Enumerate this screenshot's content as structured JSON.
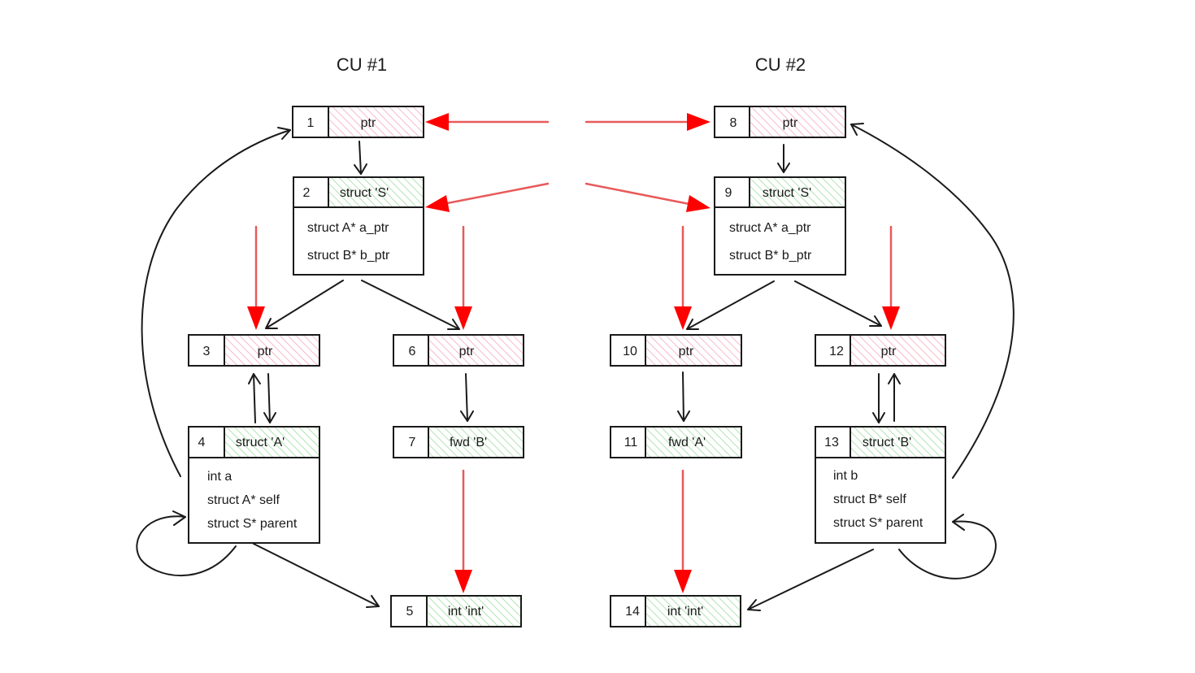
{
  "colors": {
    "ptr_fill": "#f4a9bd",
    "type_fill": "#9edc9e",
    "red_arrow": "#ff0000",
    "red_line": "#e85a5a",
    "ink": "#1a1a1a"
  },
  "cu_labels": [
    "CU #1",
    "CU #2"
  ],
  "nodes": [
    {
      "id": "1",
      "label": "ptr",
      "kind": "ptr",
      "fields": []
    },
    {
      "id": "2",
      "label": "struct 'S'",
      "kind": "type",
      "fields": [
        "struct A* a_ptr",
        "struct B* b_ptr"
      ]
    },
    {
      "id": "3",
      "label": "ptr",
      "kind": "ptr",
      "fields": []
    },
    {
      "id": "4",
      "label": "struct 'A'",
      "kind": "type",
      "fields": [
        "int a",
        "struct A* self",
        "struct S* parent"
      ]
    },
    {
      "id": "5",
      "label": "int 'int'",
      "kind": "type",
      "fields": []
    },
    {
      "id": "6",
      "label": "ptr",
      "kind": "ptr",
      "fields": []
    },
    {
      "id": "7",
      "label": "fwd 'B'",
      "kind": "type",
      "fields": []
    },
    {
      "id": "8",
      "label": "ptr",
      "kind": "ptr",
      "fields": []
    },
    {
      "id": "9",
      "label": "struct 'S'",
      "kind": "type",
      "fields": [
        "struct A* a_ptr",
        "struct B* b_ptr"
      ]
    },
    {
      "id": "10",
      "label": "ptr",
      "kind": "ptr",
      "fields": []
    },
    {
      "id": "11",
      "label": "fwd 'A'",
      "kind": "type",
      "fields": []
    },
    {
      "id": "12",
      "label": "ptr",
      "kind": "ptr",
      "fields": []
    },
    {
      "id": "13",
      "label": "struct 'B'",
      "kind": "type",
      "fields": [
        "int b",
        "struct B* self",
        "struct S* parent"
      ]
    },
    {
      "id": "14",
      "label": "int 'int'",
      "kind": "type",
      "fields": []
    }
  ]
}
